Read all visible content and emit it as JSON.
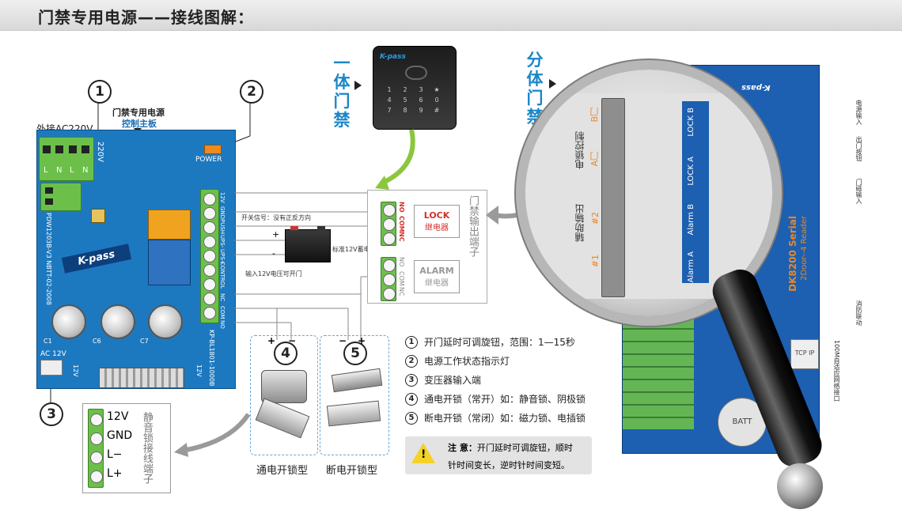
{
  "header": {
    "title": "门禁专用电源——接线图解："
  },
  "power_board": {
    "external_ac_label": "外接AC220V",
    "board_title": "门禁专用电源",
    "board_subtitle": "控制主板",
    "ac_terminals": [
      "L",
      "N",
      "L",
      "N"
    ],
    "ac_voltage_label": "220V",
    "power_led_label": "POWER",
    "brand": "K-pass",
    "model_codes": "PDW1203B-V3 NBTT-02-2008",
    "part_number": "KP-BL1801-1000B",
    "ac12_label": "AC 12V",
    "cap_labels": [
      "C1",
      "C6",
      "C7"
    ],
    "v12_labels": [
      "12V",
      "12V"
    ],
    "pin_labels": [
      "12V",
      "GND",
      "PUSH",
      "UPS-",
      "UPS+",
      "CONTROL",
      "NC",
      "COM",
      "NO"
    ],
    "push_annotation": "开关信号：没有正反方向",
    "battery_annotation": "标准12V蓄电池",
    "control_annotation": "输入12V电压可开门",
    "battery_plus": "+",
    "battery_minus": "-"
  },
  "callouts": {
    "c1": "1",
    "c2": "2",
    "c3": "3",
    "c4": "4",
    "c5": "5"
  },
  "integrated_access": {
    "vertical_label": "一体门禁",
    "device_brand": "K-pass",
    "keys": [
      "1",
      "2",
      "3",
      "★",
      "4",
      "5",
      "6",
      "0",
      "7",
      "8",
      "9",
      "#"
    ]
  },
  "output_terminal": {
    "vertical_label": "门禁输出端子",
    "lock_pins": [
      "NO",
      "COM",
      "NC"
    ],
    "lock_relay_title": "LOCK",
    "lock_relay_sub": "继电器",
    "alarm_pins": [
      "NO",
      "COM",
      "NC"
    ],
    "alarm_relay_title": "ALARM",
    "alarm_relay_sub": "继电器"
  },
  "split_access": {
    "vertical_label": "分体门禁",
    "board_series": "DK8200 Serial",
    "board_sub": "2Door--4 Reader",
    "battery_label": "BATT",
    "tcp_label": "TCP IP",
    "mag_labels": [
      "电锁控制",
      "辅助输出",
      "A门",
      "B门",
      "#1",
      "#2",
      "LOCK B",
      "LOCK A",
      "Alarm B",
      "Alarm A"
    ],
    "side_labels": [
      "电源输入",
      "出门按钮",
      "门磁输入",
      "消防联动",
      "100M自适应网络接口"
    ]
  },
  "terminal_box": {
    "pins": [
      "12V",
      "GND",
      "L−",
      "L+"
    ],
    "vertical_label": "静音锁接线端子"
  },
  "lock_groups": {
    "group1_label": "通电开锁型",
    "group2_label": "断电开锁型",
    "plus": "+",
    "minus": "−"
  },
  "legend": [
    {
      "num": "1",
      "text": "开门延时可调旋钮，范围：1—15秒"
    },
    {
      "num": "2",
      "text": "电源工作状态指示灯"
    },
    {
      "num": "3",
      "text": "变压器输入端"
    },
    {
      "num": "4",
      "text": "通电开锁（常开）如：静音锁、阴极锁"
    },
    {
      "num": "5",
      "text": "断电开锁（常闭）如：磁力锁、电插锁"
    }
  ],
  "note": {
    "label": "注 意：",
    "line1": "开门延时可调旋钮，顺时",
    "line2": "针时间变长，逆时针时间变短。"
  },
  "colors": {
    "board_blue": "#1d79bf",
    "terminal_green": "#6cc04a",
    "accent_blue": "#1a86c8",
    "relay_red": "#d0312d"
  }
}
